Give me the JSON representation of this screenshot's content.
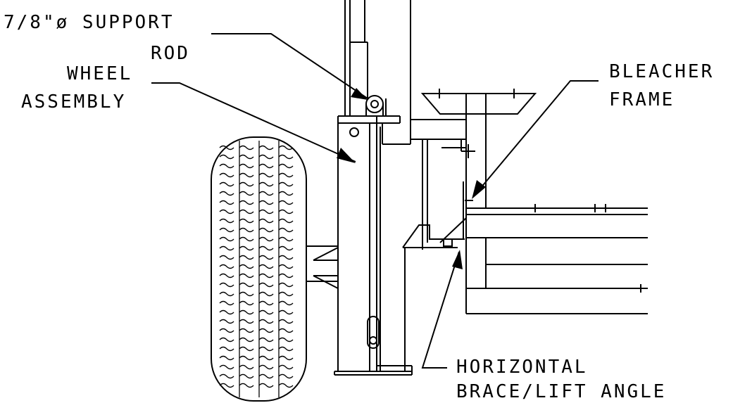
{
  "labels": {
    "support_rod": {
      "line1": "7/8\"ø SUPPORT",
      "line2": "ROD"
    },
    "wheel_assembly": {
      "line1": "WHEEL",
      "line2": "ASSEMBLY"
    },
    "bleacher_frame": {
      "line1": "BLEACHER",
      "line2": "FRAME"
    },
    "brace": {
      "line1": "HORIZONTAL",
      "line2": "BRACE/LIFT ANGLE"
    }
  },
  "colors": {
    "ink": "#000000",
    "paper": "#ffffff"
  }
}
